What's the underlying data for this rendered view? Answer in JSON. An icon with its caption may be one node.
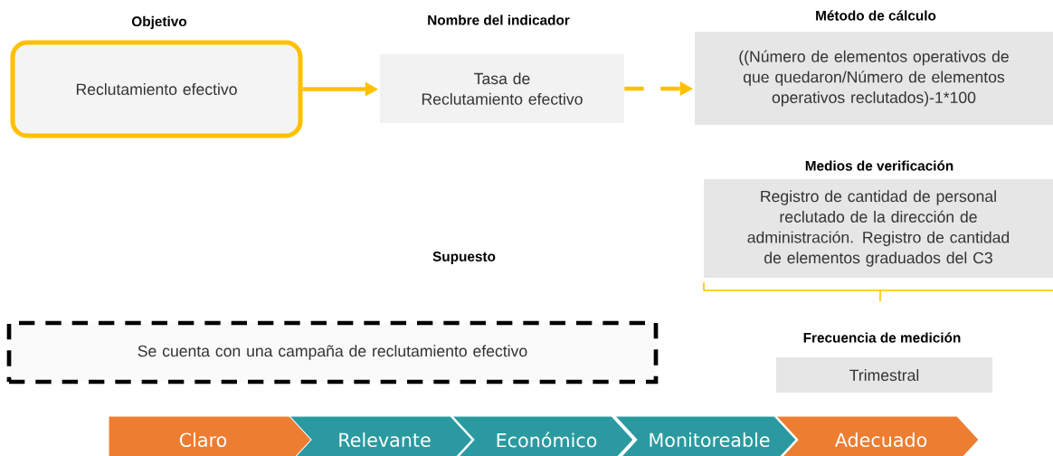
{
  "diagram": {
    "nodes": [
      {
        "text": [
          "Objetivo",
          "Reclutamiento efectivo"
        ]
      },
      {
        "text": [
          "Nombre del indicador",
          "Tasa de Reclutamiento efectivo"
        ]
      },
      {
        "text": [
          "Método de cálculo",
          "((Número de elementos operativos de que quedaron/Número de elementos operativos reclutados)-1*100"
        ]
      },
      {
        "text": [
          "Medios de verificación",
          "Registro de cantidad de personal reclutado de la dirección de administración. Registro de cantidad de elementos graduados del C3"
        ]
      },
      {
        "text": [
          "Supuesto",
          "Se cuenta con una campaña de reclutamiento efectivo"
        ]
      },
      {
        "text": [
          "Frecuencia de medición",
          "Trimestral"
        ]
      },
      {
        "text": [
          "Claro"
        ]
      },
      {
        "text": [
          "Relevante"
        ]
      },
      {
        "text": [
          "Económico"
        ]
      },
      {
        "text": [
          "Monitoreable"
        ]
      },
      {
        "text": [
          "Adecuado"
        ]
      }
    ],
    "edges": [
      {
        "from": 0,
        "to": 1,
        "arrow": "to"
      },
      {
        "from": 1,
        "to": 2,
        "arrow": "to",
        "style": "dashed"
      }
    ]
  }
}
